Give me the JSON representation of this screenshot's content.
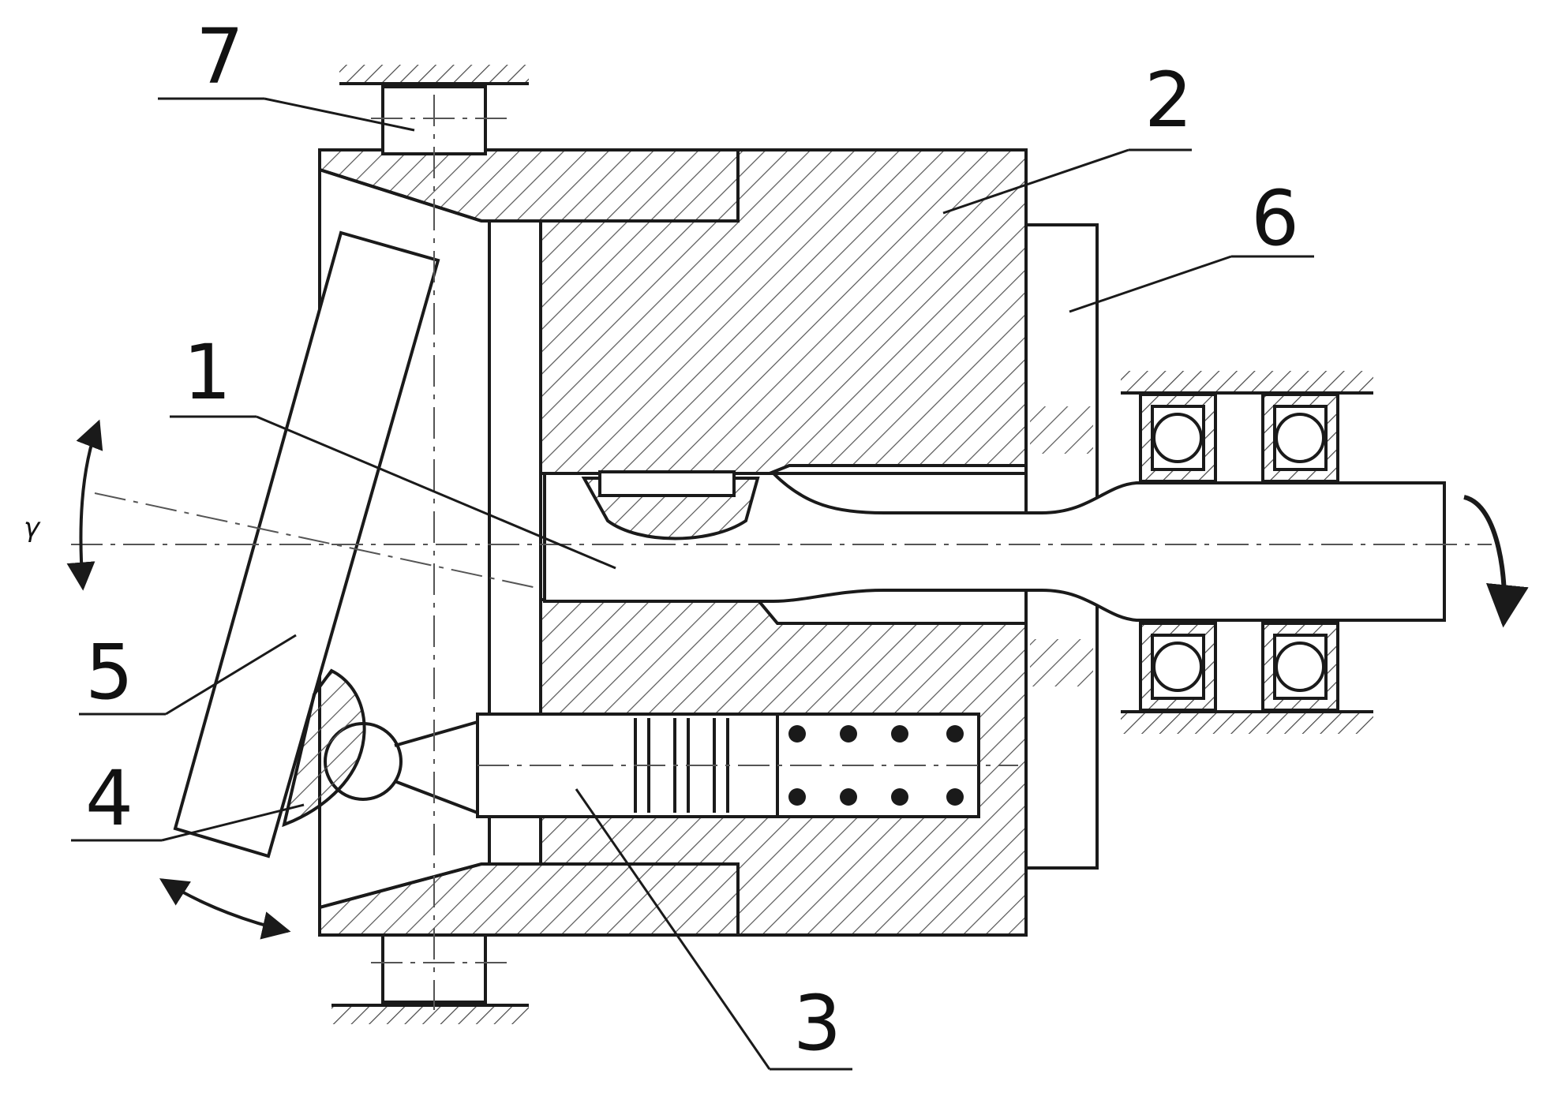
{
  "diagram": {
    "part_labels": [
      "1",
      "2",
      "3",
      "4",
      "5",
      "6",
      "7"
    ],
    "angle_symbol": "γ"
  },
  "colors": {
    "line": "#1a1a1a",
    "hatch": "#555555",
    "background": "#ffffff"
  }
}
